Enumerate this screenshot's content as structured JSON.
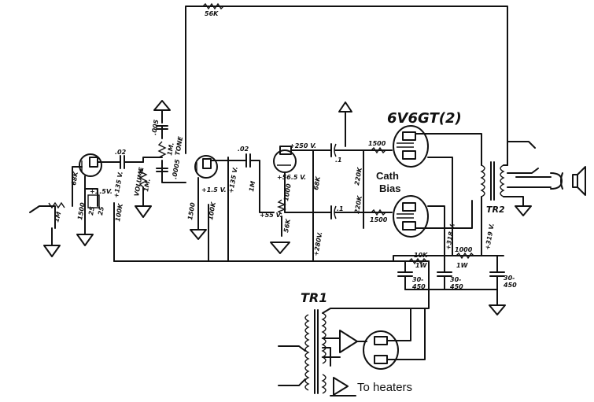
{
  "labels": {
    "top_resistor": "56K",
    "tube_title": "6V6GT(2)",
    "cath_bias_line1": "Cath",
    "cath_bias_line2": "Bias",
    "tr1": "TR1",
    "tr2": "TR2",
    "to_heaters": "To heaters",
    "grid_res_1": "68K",
    "input_res": "1M",
    "cap_02_a": ".02",
    "cap_02_b": ".02",
    "v_135_a": "+135 V.",
    "v_135_b": "+135 V.",
    "v_15_a": "+1.5V.",
    "v_15_b": "+1.5 V.",
    "r_1500_a": "1500",
    "r_1500_b": "1500",
    "r_25": "25",
    "r_25v": "25",
    "r_100k_a": "100K",
    "r_100k_b": "100K",
    "volume_label": "VOLUME",
    "volume_value": "1M.",
    "tone_label": "TONE",
    "tone_value": "1M.",
    "cap_005": ".005",
    "cap_0005": ".0005",
    "v_250": "+250 V.",
    "v_565": "+56.5 V.",
    "v_55": "+55 V.",
    "r_1m_mid": "1M",
    "r_1000": "1000",
    "r_56k_mid": "56K",
    "r_68k_mid": "68K",
    "cap_1_a": ".1",
    "cap_1_b": ".1",
    "r_220k_a": "220K",
    "r_220k_b": "220K",
    "r_1500_g1": "1500",
    "r_1500_g2": "1500",
    "v_280": "+280V.",
    "r_10k": "10K",
    "r_10k_w": "1W",
    "r_1000_b": "1000",
    "r_1000_w": "1W",
    "v_318": "+318 V.",
    "v_319": "+319 V.",
    "cap_30_450_a_1": "30-",
    "cap_30_450_a_2": "450",
    "cap_30_450_b_1": "30-",
    "cap_30_450_b_2": "450",
    "cap_30_450_c_1": "30-",
    "cap_30_450_c_2": "450"
  }
}
